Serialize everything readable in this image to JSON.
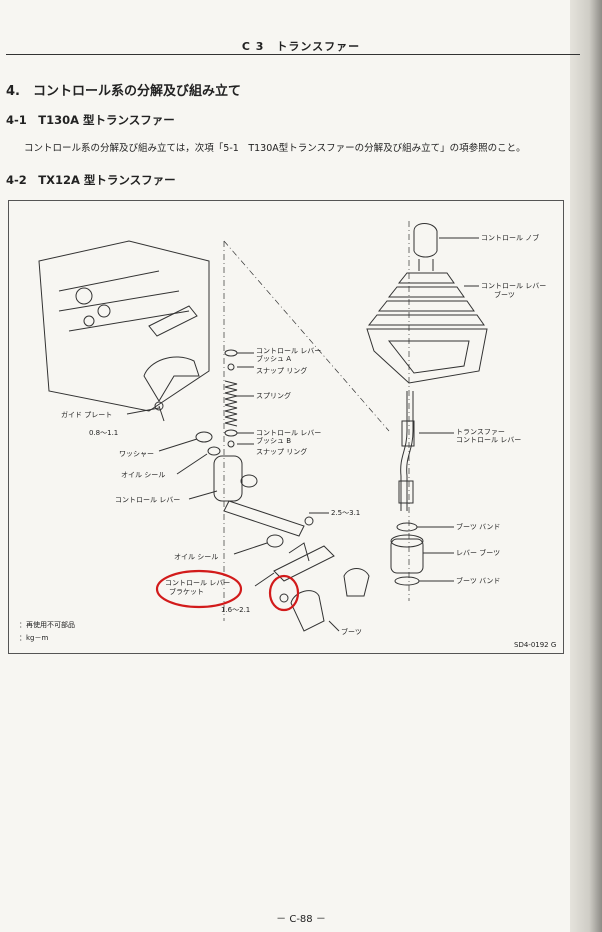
{
  "header": {
    "title": "C 3　トランスファー"
  },
  "section": {
    "title": "4.　コントロール系の分解及び組み立て"
  },
  "sub1": {
    "title": "4-1　T130A 型トランスファー"
  },
  "para": {
    "text": "コントロール系の分解及び組み立ては，次項「5-1　T130A型トランスファーの分解及び組み立て」の項参照のこと。"
  },
  "sub2": {
    "title": "4-2　TX12A 型トランスファー"
  },
  "diagram": {
    "labels": {
      "control_knob": "コントロール ノブ",
      "lever_boots_1": "コントロール レバー",
      "lever_boots_2": "ブーツ",
      "bush_a_1": "コントロール レバー",
      "bush_a_2": "ブッシュ A",
      "snap_ring_1": "スナップ リング",
      "spring": "スプリング",
      "bush_b_1": "コントロール レバー",
      "bush_b_2": "ブッシュ B",
      "snap_ring_2": "スナップ リング",
      "guide_plate": "ガイド プレート",
      "torque_1": "0.8～1.1",
      "washer": "ワッシャー",
      "oil_seal_1": "オイル シール",
      "control_lever": "コントロール レバー",
      "torque_2": "2.5～3.1",
      "oil_seal_2": "オイル シール",
      "bracket_1": "コントロール レバー",
      "bracket_2": "ブラケット",
      "torque_3": "1.6～2.1",
      "boots": "ブーツ",
      "transfer_lever_1": "トランスファー",
      "transfer_lever_2": "コントロール レバー",
      "boots_band_1": "ブーツ バンド",
      "lever_boots": "レバー ブーツ",
      "boots_band_2": "ブーツ バンド",
      "legend_1": "：再使用不可部品",
      "legend_2": "：kg－m",
      "code": "SD4-0192 G"
    }
  },
  "footer": {
    "page": "－ C-88 －"
  }
}
